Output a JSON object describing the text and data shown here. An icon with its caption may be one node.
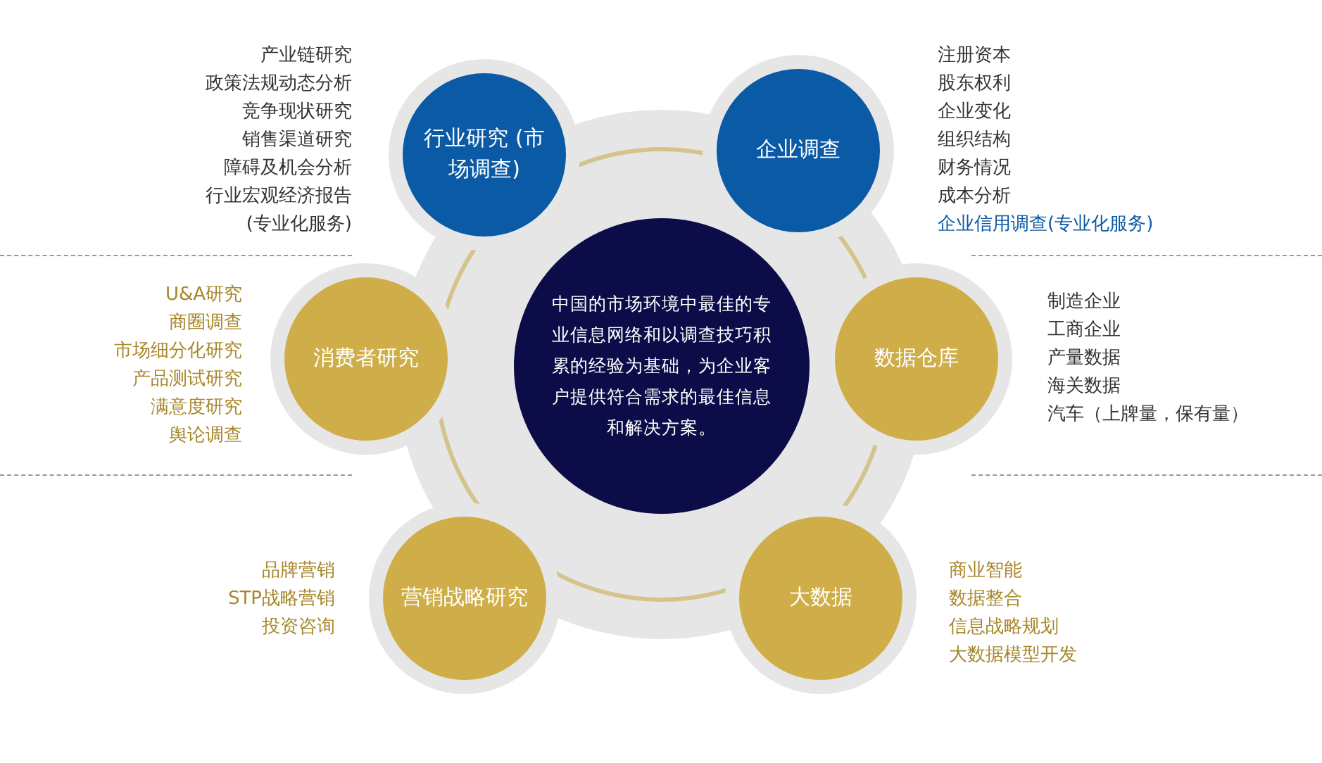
{
  "diagram": {
    "nodes": [
      {
        "text": [
          "中国的市场环境中最佳的专业信息网络和以调查技巧积累的经验为基础，为企业客户提供符合需求的最佳信息和解决方案。"
        ]
      },
      {
        "text": [
          "行业研究 (市场调查)"
        ],
        "beside": [
          "产业链研究",
          "政策法规动态分析",
          "竞争现状研究",
          "销售渠道研究",
          "障碍及机会分析",
          "行业宏观经济报告",
          "(专业化服务)"
        ]
      },
      {
        "text": [
          "企业调查"
        ],
        "beside": [
          "注册资本",
          "股东权利",
          "企业变化",
          "组织结构",
          "财务情况",
          "成本分析",
          "企业信用调查(专业化服务)"
        ]
      },
      {
        "text": [
          "消费者研究"
        ],
        "beside": [
          "U&A研究",
          "商圈调查",
          "市场细分化研究",
          "产品测试研究",
          "满意度研究",
          "舆论调查"
        ]
      },
      {
        "text": [
          "数据仓库"
        ],
        "beside": [
          "制造企业",
          "工商企业",
          "产量数据",
          "海关数据",
          "汽车（上牌量，保有量）"
        ]
      },
      {
        "text": [
          "营销战略研究"
        ],
        "beside": [
          "品牌营销",
          "STP战略营销",
          "投资咨询"
        ]
      },
      {
        "text": [
          "大数据"
        ],
        "beside": [
          "商业智能",
          "数据整合",
          "信息战略规划",
          "大数据模型开发"
        ]
      }
    ]
  }
}
